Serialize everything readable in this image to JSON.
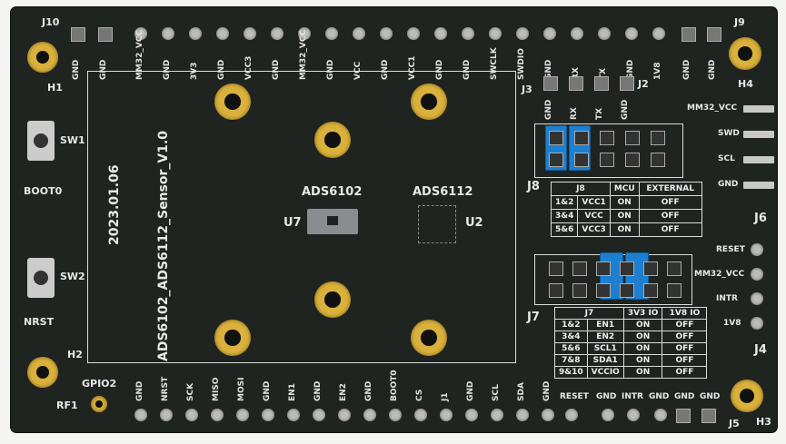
{
  "board": {
    "title": "ADS6102_ADS6112_Sensor_V1.0",
    "date": "2023.01.06",
    "chips": [
      {
        "ref": "U7",
        "name": "ADS6102"
      },
      {
        "ref": "U2",
        "name": "ADS6112"
      }
    ],
    "holes": [
      "H1",
      "H2",
      "H3",
      "H4"
    ],
    "buttons": [
      {
        "ref": "SW1",
        "label": "BOOT0"
      },
      {
        "ref": "SW2",
        "label": "NRST"
      }
    ],
    "antenna": {
      "ref": "RF1",
      "label": "GPIO2"
    },
    "connectors": {
      "J10": "J10",
      "J9": "J9",
      "J3": "J3",
      "J2": "J2",
      "J8": "J8",
      "J7": "J7",
      "J6": "J6",
      "J4": "J4",
      "J5": "J5",
      "J1": "J1"
    },
    "top_header_labels": [
      "GND",
      "GND",
      "MM32_VCC",
      "GND",
      "3V3",
      "GND",
      "VCC3",
      "GND",
      "MM32_VCC",
      "GND",
      "VCC",
      "GND",
      "VCC1",
      "GND",
      "GND",
      "SWCLK",
      "SWDIO",
      "GND",
      "RX",
      "TX",
      "GND",
      "1V8",
      "GND",
      "GND"
    ],
    "j2_labels": [
      "GND",
      "RX",
      "TX",
      "GND"
    ],
    "bottom_header_labels": [
      "GND",
      "NRST",
      "SCK",
      "MISO",
      "MOSI",
      "GND",
      "EN1",
      "GND",
      "EN2",
      "GND",
      "BOOT0",
      "CS",
      "J1",
      "GND",
      "SCL",
      "SDA",
      "GND"
    ],
    "bottom_right_labels": [
      "RESET",
      "GND",
      "INTR",
      "GND",
      "GND",
      "GND"
    ],
    "j6_labels": [
      "MM32_VCC",
      "SWD",
      "SCL",
      "GND"
    ],
    "j4_labels": [
      "RESET",
      "MM32_VCC",
      "INTR",
      "1V8"
    ]
  },
  "j8_table": {
    "header": [
      "J8",
      "MCU",
      "EXTERNAL"
    ],
    "rows": [
      [
        "1&2",
        "VCC1",
        "ON",
        "OFF"
      ],
      [
        "3&4",
        "VCC",
        "ON",
        "OFF"
      ],
      [
        "5&6",
        "VCC3",
        "ON",
        "OFF"
      ]
    ]
  },
  "j7_table": {
    "header": [
      "J7",
      "3V3 IO",
      "1V8 IO"
    ],
    "rows": [
      [
        "1&2",
        "EN1",
        "ON",
        "OFF"
      ],
      [
        "3&4",
        "EN2",
        "ON",
        "OFF"
      ],
      [
        "5&6",
        "SCL1",
        "ON",
        "OFF"
      ],
      [
        "7&8",
        "SDA1",
        "ON",
        "OFF"
      ],
      [
        "9&10",
        "VCCIO",
        "ON",
        "OFF"
      ]
    ]
  },
  "colors": {
    "board": "#1f2421",
    "gold": "#d9b13c",
    "jumper": "#1d7fd0",
    "silk": "#e8e8e8"
  }
}
